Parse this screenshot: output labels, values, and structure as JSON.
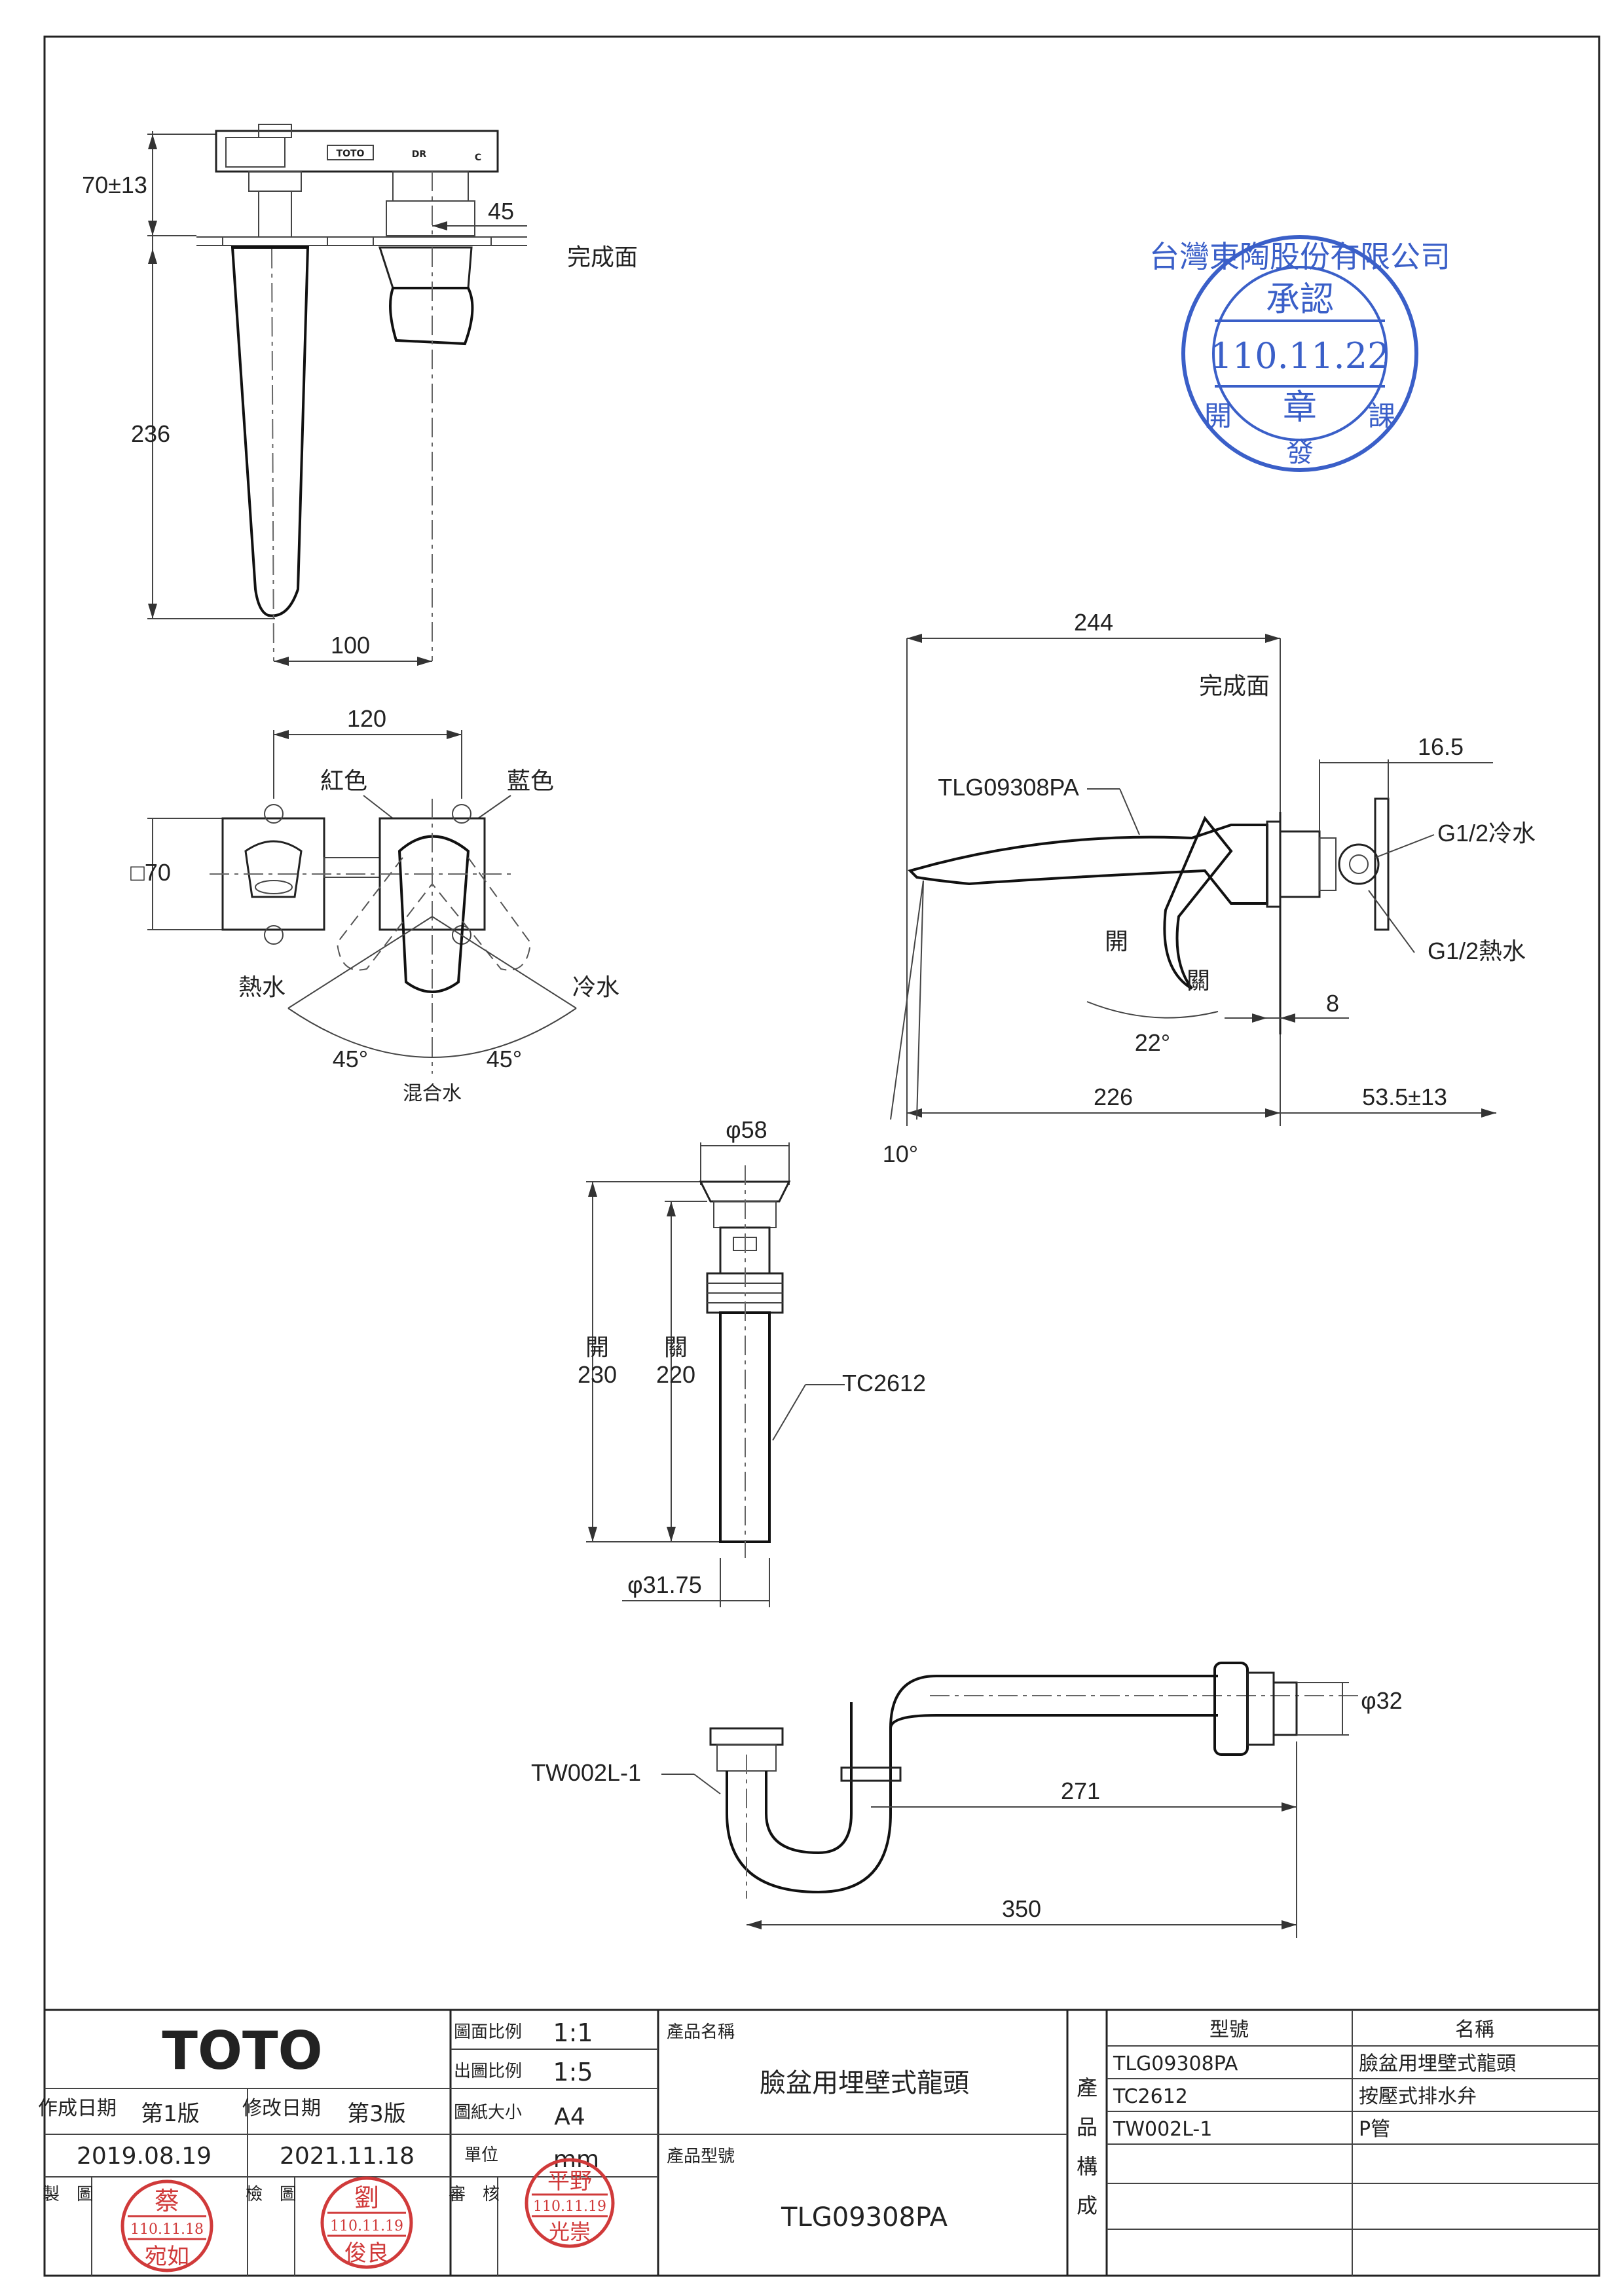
{
  "drawing": {
    "top_view": {
      "dim_height": "70±13",
      "dim_spout_len": "236",
      "dim_offset": "45",
      "dim_width": "100",
      "finish_surface": "完成面",
      "brand_mark": "TOTO",
      "dr_mark": "DR",
      "c_mark": "C"
    },
    "front_view": {
      "dim_spacing": "120",
      "red_label": "紅色",
      "blue_label": "藍色",
      "dim_plate": "□70",
      "hot_label": "熱水",
      "cold_label": "冷水",
      "angle_left": "45°",
      "angle_right": "45°",
      "mixed_label": "混合水"
    },
    "side_view": {
      "dim_total": "244",
      "finish_surface": "完成面",
      "model_callout": "TLG09308PA",
      "dim_depth": "16.5",
      "cold_inlet": "G1/2冷水",
      "hot_inlet": "G1/2熱水",
      "open_label": "開",
      "close_label": "關",
      "dim_8": "8",
      "angle_22": "22°",
      "dim_226": "226",
      "dim_53": "53.5±13",
      "angle_10": "10°"
    },
    "drain_view": {
      "dim_top_dia": "φ58",
      "open_label": "開",
      "open_len": "230",
      "close_label": "關",
      "close_len": "220",
      "model_callout": "TC2612",
      "dim_pipe_dia": "φ31.75"
    },
    "trap_view": {
      "model_callout": "TW002L-1",
      "dim_dia": "φ32",
      "dim_271": "271",
      "dim_350": "350"
    }
  },
  "approval_stamp": {
    "company": "台灣東陶股份有限公司",
    "approved": "承認",
    "date": "110.11.22",
    "seal": "章",
    "dept_left": "開",
    "dept_bottom": "發",
    "dept_right": "課"
  },
  "title_block": {
    "brand": "TOTO",
    "scale_label": "圖面比例",
    "scale_value": "1:1",
    "out_scale_label": "出圖比例",
    "out_scale_value": "1:5",
    "paper_label": "圖紙大小",
    "paper_value": "A4",
    "unit_label": "單位",
    "unit_value": "mm",
    "created_label": "作成日期",
    "created_edition": "第1版",
    "created_date": "2019.08.19",
    "revised_label": "修改日期",
    "revised_edition": "第3版",
    "revised_date": "2021.11.18",
    "drawn_label": "製　圖",
    "checked_label": "檢　圖",
    "reviewed_label": "審　核",
    "product_name_label": "產品名稱",
    "product_name": "臉盆用埋壁式龍頭",
    "product_model_label": "產品型號",
    "product_model": "TLG09308PA",
    "composition_label": [
      "產",
      "品",
      "構",
      "成"
    ],
    "col_model": "型號",
    "col_name": "名稱",
    "parts": [
      {
        "model": "TLG09308PA",
        "name": "臉盆用埋壁式龍頭"
      },
      {
        "model": "TC2612",
        "name": "按壓式排水弁"
      },
      {
        "model": "TW002L-1",
        "name": "P管"
      },
      {
        "model": "",
        "name": ""
      },
      {
        "model": "",
        "name": ""
      }
    ],
    "stamps": {
      "drawn": {
        "top": "蔡",
        "date": "110.11.18",
        "bottom": "宛如"
      },
      "checked": {
        "top": "劉",
        "date": "110.11.19",
        "bottom": "俊良"
      },
      "reviewed": {
        "top": "平野",
        "date": "110.11.19",
        "bottom": "光崇"
      }
    }
  }
}
